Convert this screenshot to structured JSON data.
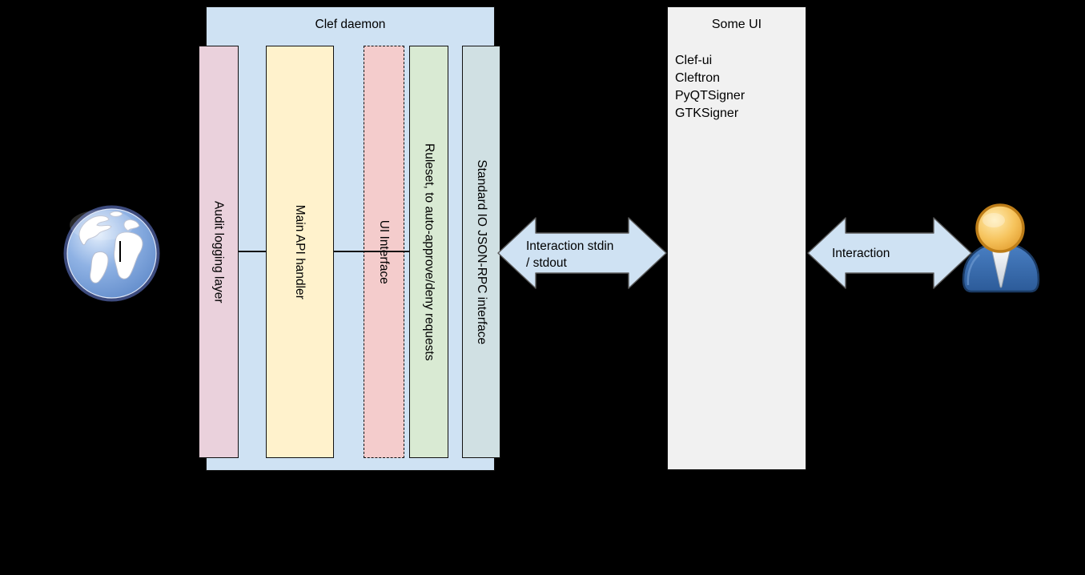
{
  "colors": {
    "background": "#000000",
    "daemon_fill": "#cfe2f3",
    "audit_fill": "#ead1dc",
    "api_fill": "#fff2cc",
    "ui_interface_fill": "#f4cccc",
    "ruleset_fill": "#d9ead3",
    "stdio_fill": "#d0e0e3",
    "some_ui_fill": "#f1f1f1",
    "arrow_fill": "#cfe2f3",
    "arrow_border": "#5b5b5b",
    "line_color": "#111111"
  },
  "daemon": {
    "title": "Clef daemon",
    "layers": [
      {
        "label": "Audit logging layer"
      },
      {
        "label": "Main API handler"
      },
      {
        "label": "UI Interface"
      },
      {
        "label": "Ruleset, to auto-approve/deny requests"
      },
      {
        "label": "Standard IO JSON-RPC interface"
      }
    ]
  },
  "some_ui": {
    "title": "Some UI",
    "items": [
      "Clef-ui",
      "Cleftron",
      "PyQTSigner",
      "GTKSigner"
    ]
  },
  "arrows": {
    "daemon_to_ui": {
      "line1": "Interaction stdin",
      "line2": "/ stdout"
    },
    "ui_to_user": {
      "label": "Interaction"
    }
  },
  "icons": {
    "left_endpoint": "globe-icon",
    "right_endpoint": "user-icon"
  }
}
